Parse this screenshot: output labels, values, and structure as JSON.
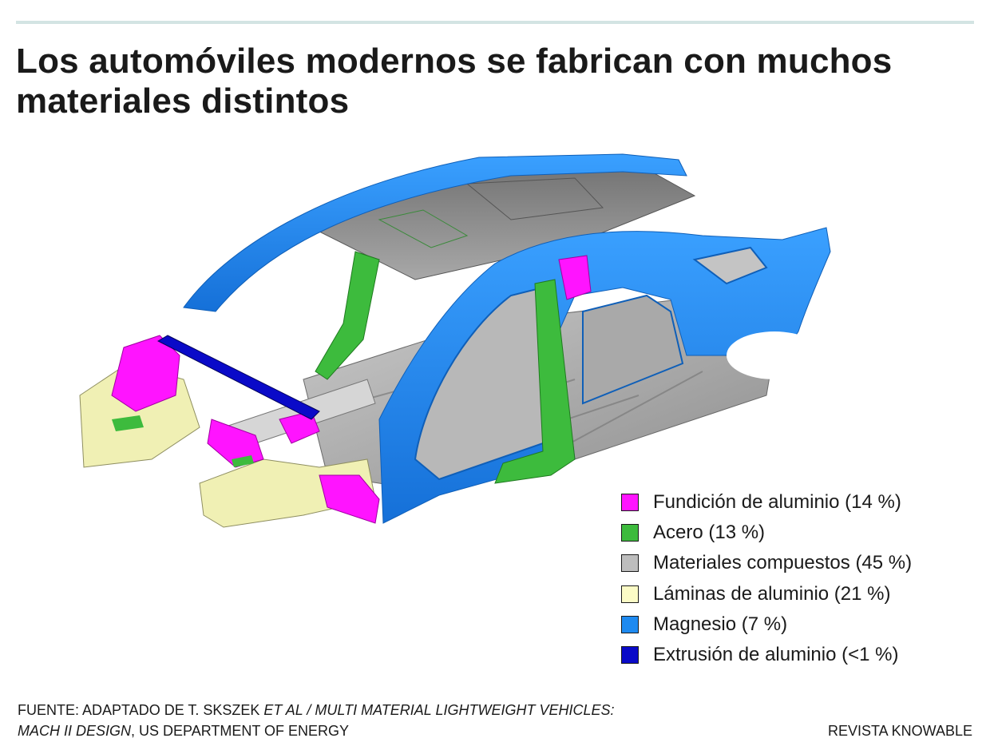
{
  "title": {
    "line1": "Los automóviles modernos se fabrican con muchos",
    "line2": "materiales distintos"
  },
  "legend": [
    {
      "label": "Fundición de aluminio (14 %)",
      "color": "#ff14ff"
    },
    {
      "label": "Acero (13 %)",
      "color": "#3dbb3d"
    },
    {
      "label": "Materiales compuestos (45 %)",
      "color": "#bdbdbd"
    },
    {
      "label": "Láminas de aluminio (21 %)",
      "color": "#fbfbc6"
    },
    {
      "label": "Magnesio (7 %)",
      "color": "#1e8af0"
    },
    {
      "label": "Extrusión de aluminio (<1 %)",
      "color": "#0a0ac8"
    }
  ],
  "source": {
    "prefix": "FUENTE: ADAPTADO DE T. SKSZEK ",
    "italic1": "ET AL / MULTI MATERIAL LIGHTWEIGHT VEHICLES:",
    "italic2": "MACH II DESIGN",
    "suffix": ", US DEPARTMENT OF ENERGY"
  },
  "credit": "REVISTA KNOWABLE",
  "colors": {
    "rule": "#d3e4e3",
    "magnesium": "#1e8af0",
    "composite": "#8c8c8c",
    "casting": "#ff14ff",
    "steel": "#3dbb3d",
    "sheet": "#f0f0b4",
    "extrusion": "#0a0ac8"
  }
}
